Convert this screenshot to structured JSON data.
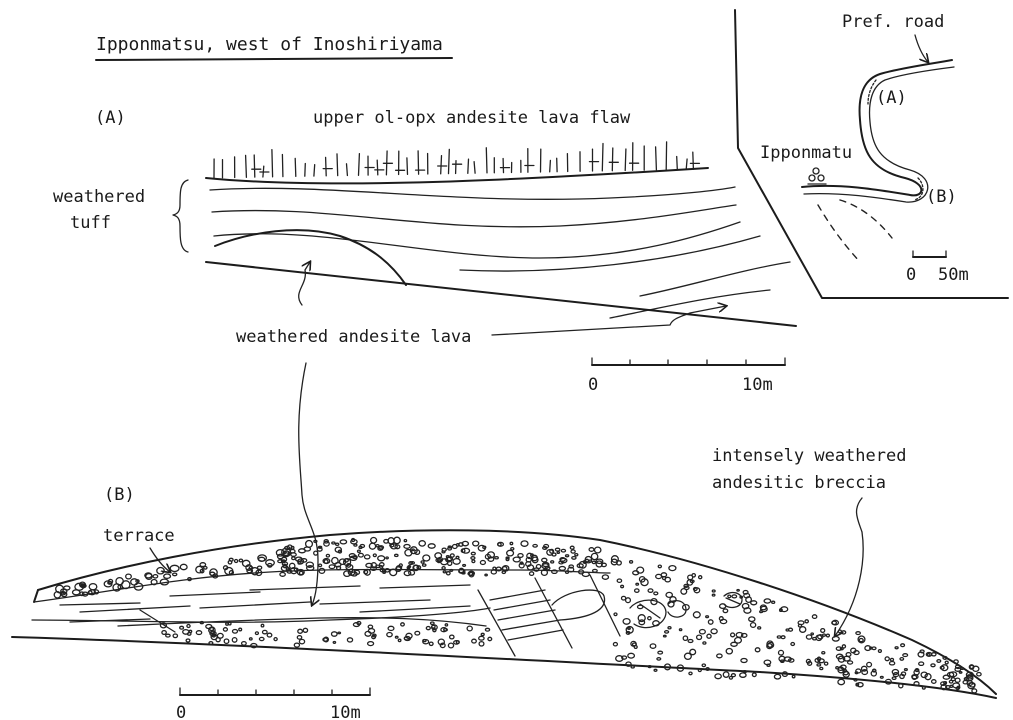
{
  "title": "Ipponmatsu, west of Inoshiriyama",
  "section_a": {
    "label": "(A)",
    "upper_unit": "upper ol-opx andesite lava flaw",
    "tuff_label_line1": "weathered",
    "tuff_label_line2": "tuff",
    "lava_label": "weathered andesite lava",
    "scale_start": "0",
    "scale_end": "10m"
  },
  "inset_map": {
    "road_label": "Pref. road",
    "site_a": "(A)",
    "site_b": "(B)",
    "place_label": "Ipponmatu",
    "scale_start": "0",
    "scale_end": "50m"
  },
  "section_b": {
    "label": "(B)",
    "terrace_label": "terrace",
    "breccia_label_line1": "intensely weathered",
    "breccia_label_line2": "andesitic breccia",
    "scale_start": "0",
    "scale_end": "10m"
  },
  "colors": {
    "ink": "#1c1c1c",
    "paper": "#ffffff"
  }
}
